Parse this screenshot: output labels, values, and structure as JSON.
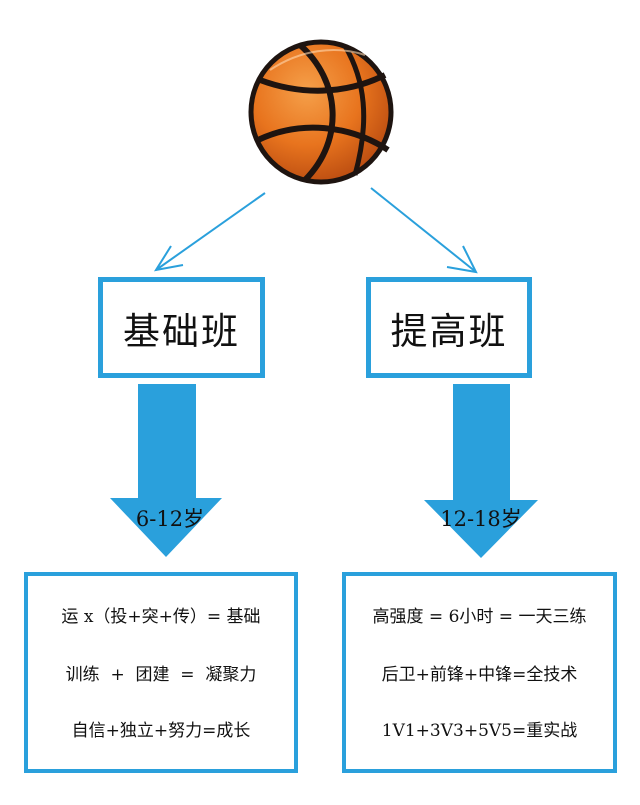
{
  "colors": {
    "accent_blue": "#2aa0dc",
    "ball_orange": "#e8741e",
    "ball_dark": "#1e1410"
  },
  "icon": "basketball-icon",
  "left": {
    "title": "基础班",
    "age": "6-12岁",
    "lines": [
      "运 x（投+突+传）= 基础",
      "训练  +  团建  =  凝聚力",
      "自信+独立+努力=成长"
    ]
  },
  "right": {
    "title": "提高班",
    "age": "12-18岁",
    "lines": [
      "高强度 = 6小时 = 一天三练",
      "后卫+前锋+中锋=全技术",
      "1V1+3V3+5V5=重实战"
    ]
  }
}
